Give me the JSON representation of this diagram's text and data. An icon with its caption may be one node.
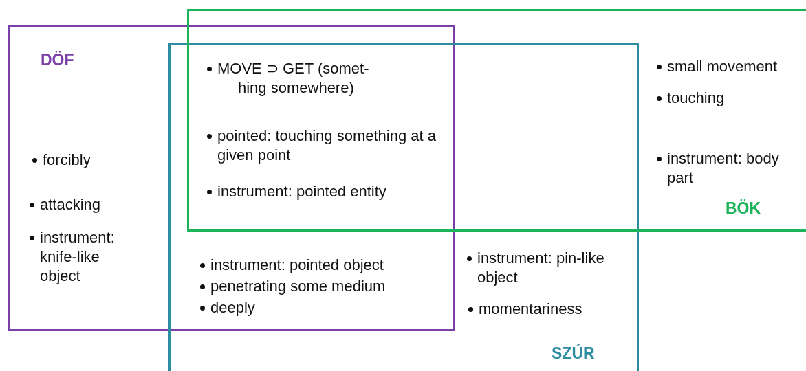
{
  "diagram": {
    "nodes": [
      {
        "text": [
          "DÖF"
        ]
      },
      {
        "text": [
          "SZÚR"
        ]
      },
      {
        "text": [
          "BÖK"
        ]
      }
    ],
    "labels": [
      "MOVE ⊃ GET (somet-hing somewhere)",
      "small movement",
      "touching",
      "pointed: touching something at a given point",
      "instrument: body part",
      "forcibly",
      "instrument: pointed entity",
      "attacking",
      "instrument: knife-like object",
      "instrument: pin-like object",
      "instrument: pointed object",
      "penetrating some medium",
      "deeply",
      "momentariness"
    ]
  }
}
